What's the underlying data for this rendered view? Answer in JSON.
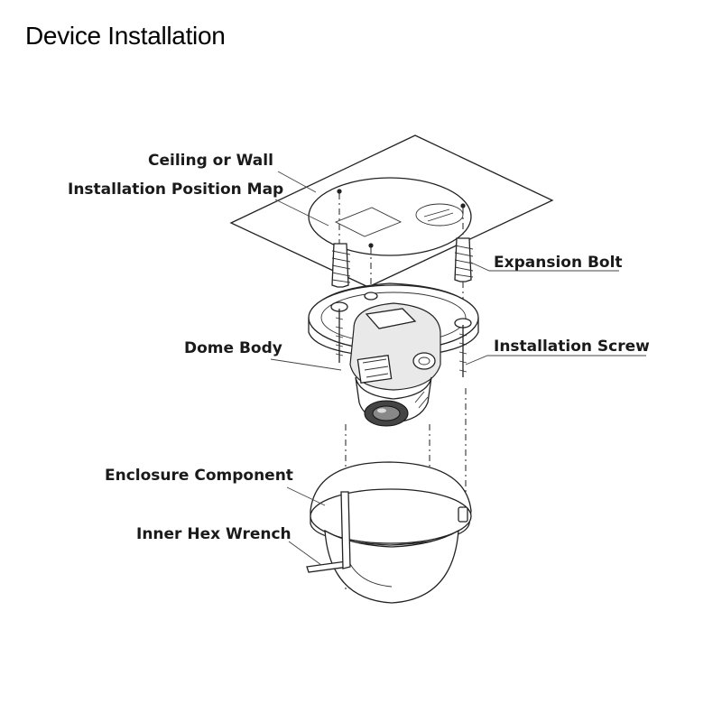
{
  "page": {
    "title": "Device Installation"
  },
  "labels": {
    "ceiling": "Ceiling or Wall",
    "position_map": "Installation Position Map",
    "expansion_bolt": "Expansion Bolt",
    "dome_body": "Dome Body",
    "installation_screw": "Installation Screw",
    "enclosure": "Enclosure Component",
    "hex_wrench": "Inner Hex Wrench"
  }
}
